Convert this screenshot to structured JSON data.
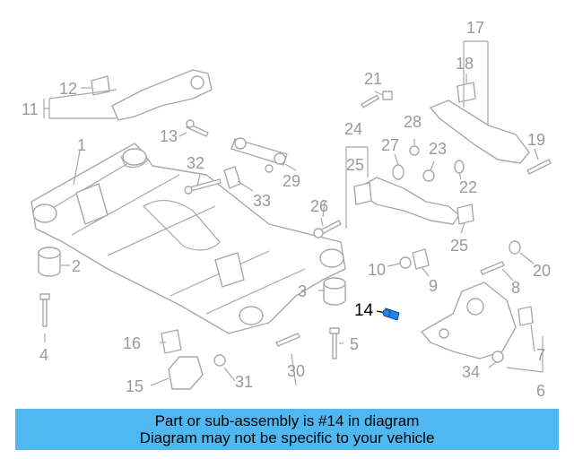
{
  "diagram": {
    "labels": [
      "1",
      "2",
      "3",
      "4",
      "5",
      "6",
      "7",
      "8",
      "9",
      "10",
      "11",
      "12",
      "13",
      "14",
      "15",
      "16",
      "17",
      "18",
      "19",
      "20",
      "21",
      "22",
      "23",
      "24",
      "25",
      "25",
      "26",
      "27",
      "28",
      "29",
      "30",
      "31",
      "32",
      "33",
      "34"
    ],
    "highlighted_label": "14",
    "highlight_color": "#1e88e5",
    "banner_color": "#4fb8f0"
  },
  "banner": {
    "line1": "Part or sub-assembly is #14 in diagram",
    "line2": "Diagram may not be specific to your vehicle"
  }
}
